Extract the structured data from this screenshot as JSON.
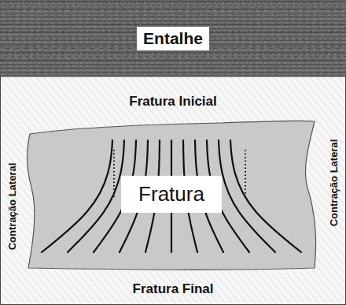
{
  "diagram": {
    "nodes": [
      {
        "text": [
          "Entalhe"
        ]
      },
      {
        "text": [
          "Fratura"
        ]
      }
    ],
    "labels": [
      "Fratura Inicial",
      "Contração Lateral",
      "Contração Lateral",
      "Fratura Final"
    ]
  }
}
